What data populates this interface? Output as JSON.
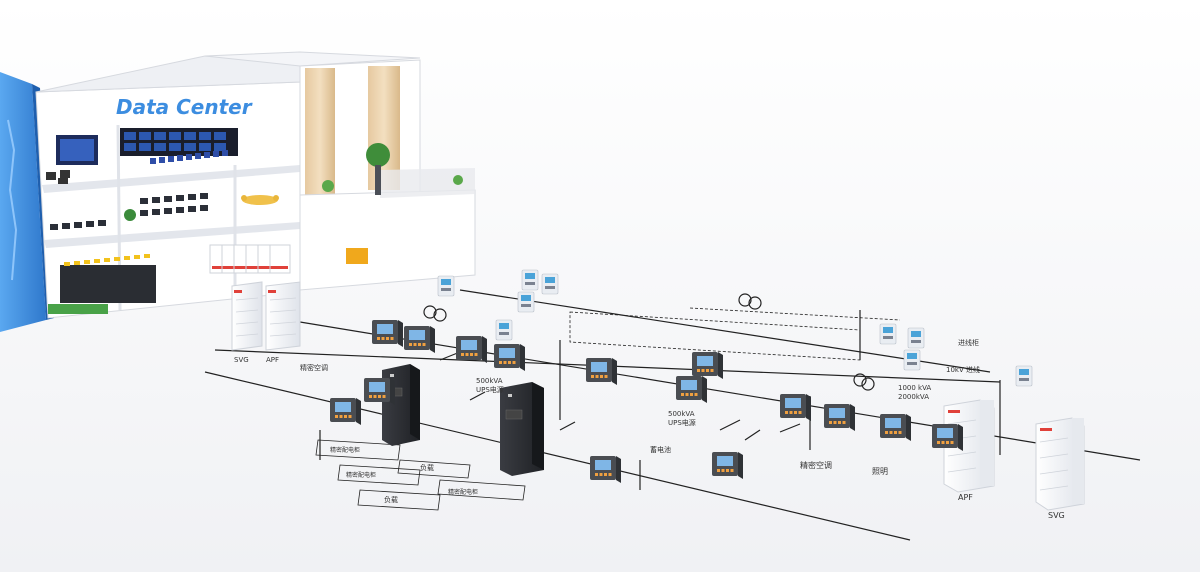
{
  "building": {
    "title": "Data Center"
  },
  "labels": {
    "ups1": "500kVA",
    "ups1_sub": "UPS电源",
    "ups2": "500kVA",
    "ups2_sub": "UPS电源",
    "transformer": "1000 kVA",
    "transformer_sub": "2000kVA",
    "hv_in": "10kV 进线",
    "right_top": "进线柜",
    "load1": "精密空调",
    "load2": "照明",
    "battery": "蓄电池",
    "pdu1": "精密配电柜",
    "pdu2": "精密配电柜",
    "pdu3": "精密配电柜",
    "server1": "负载",
    "server2": "负载",
    "left_a": "SVG",
    "left_b": "APF",
    "left_c": "精密空调",
    "apf_cab": "APF",
    "svg_cab": "SVG"
  },
  "colors": {
    "line": "#222222",
    "meter_body": "#4a4d52",
    "meter_screen": "#7fb6e6",
    "meter_white_body": "#e9edf2",
    "building_blue": "#3d8fe0",
    "accent_red": "#e0413a",
    "cabinet_dark": "#2a2c31"
  }
}
